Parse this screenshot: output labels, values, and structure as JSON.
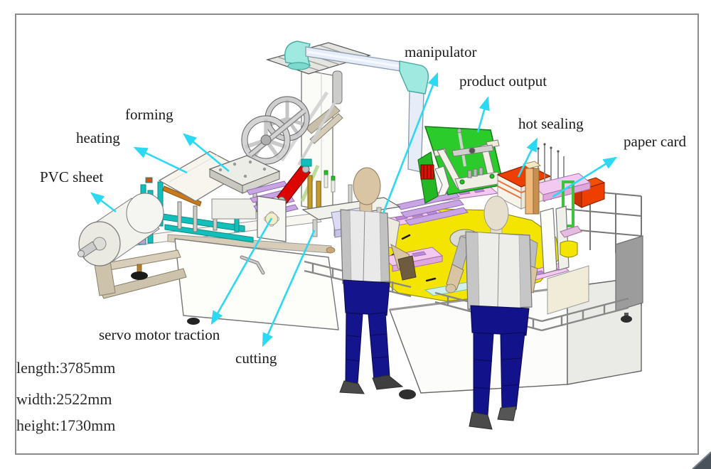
{
  "diagram": {
    "type": "annotated-machine-diagram",
    "subject": "blister card packaging machine (3D CAD isometric view with two operator mannequins)",
    "labels": {
      "forming": "forming",
      "heating": "heating",
      "pvc_sheet": "PVC sheet",
      "manipulator": "manipulator",
      "product_output": "product output",
      "hot_sealing": "hot sealing",
      "paper_card": "paper card",
      "servo_motor_traction": "servo motor traction",
      "cutting": "cutting"
    },
    "dimensions": {
      "length": "length:3785mm",
      "width": "width:2522mm",
      "height": "height:1730mm"
    },
    "colors": {
      "annotation_arrow": "#2BD9F2",
      "frame_border": "#8C8C8C",
      "turntable_yellow": "#F4E500",
      "chute_green": "#2BCB2B",
      "sealing_orange": "#EE3E00",
      "rail_purple": "#C9A6E3",
      "plate_pink": "#F4C9F1",
      "support_teal": "#12BFBB",
      "roller_red": "#DD0500",
      "worker_pants_navy": "#14148C",
      "stand_tan": "#CDC2AC",
      "beam_pale_blue": "#E6EDF9",
      "elbow_cyan": "#9FE9E1"
    }
  }
}
